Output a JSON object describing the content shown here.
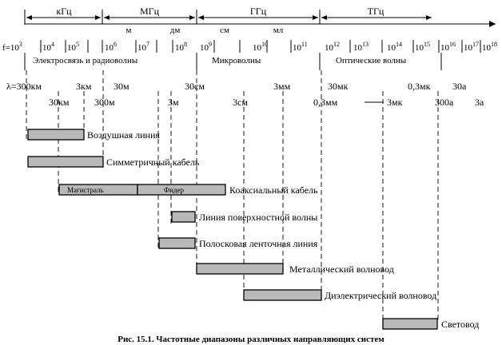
{
  "bands": {
    "khz": "кГц",
    "mhz": "МГц",
    "ghz": "ГГц",
    "thz": "ТГц"
  },
  "wave_letters": {
    "m": "м",
    "dm": "дм",
    "sm": "см",
    "ml": "мл"
  },
  "freq": {
    "label": "f=10",
    "label_exp": "3",
    "base": "10",
    "exps": [
      "4",
      "5",
      "6",
      "7",
      "8",
      "9",
      "10",
      "11",
      "12",
      "13",
      "14",
      "15",
      "16",
      "17",
      "18"
    ]
  },
  "ranges": {
    "radio": "Электросвязь и радиоволны",
    "micro": "Микроволны",
    "optical": "Оптические волны"
  },
  "wavelengths": {
    "w1": "λ=300км",
    "w2": "3км",
    "w3": "30м",
    "w4": "30см",
    "w5": "3мм",
    "w6": "30мк",
    "w7": "0,3мк",
    "w8": "30а",
    "w9": "30км",
    "w10": "300м",
    "w11": "3м",
    "w12": "3см",
    "w13": "0,3мм",
    "w14": "3мк",
    "w15": "300а",
    "w16": "3а"
  },
  "lines": {
    "air": "Воздушная линия",
    "sym": "Симметричный кабель",
    "coax": "Коаксиальный кабель",
    "coax_trunk": "Магистраль",
    "coax_feeder": "Фидер",
    "surface": "Линия поверхностной волны",
    "strip": "Полосковая ленточная линия",
    "metal": "Металлический волновод",
    "dielectric": "Диэлектрический волновод",
    "fiber": "Световод"
  },
  "caption": "Рис. 15.1. Частотные диапазоны различных направляющих систем"
}
